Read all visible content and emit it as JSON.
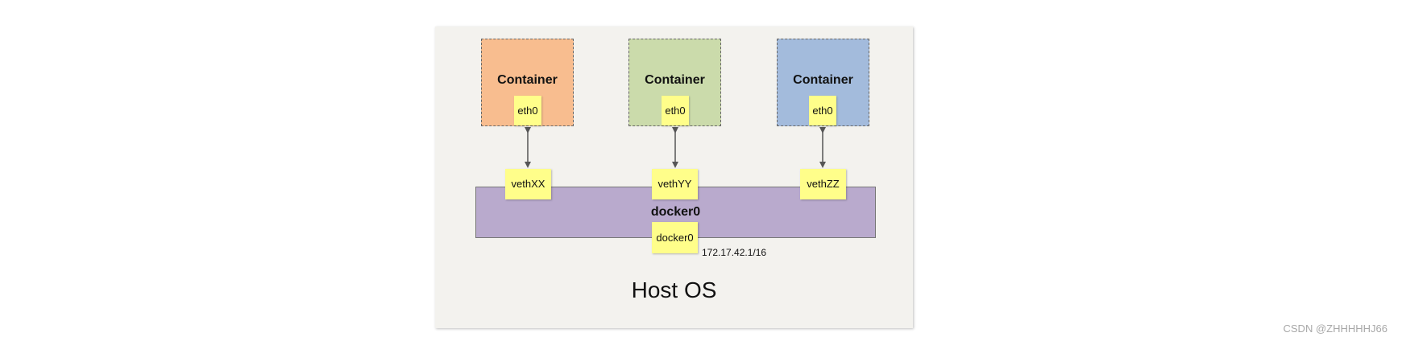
{
  "diagram": {
    "host_label": "Host OS",
    "bridge": {
      "label": "docker0",
      "interface_label": "docker0",
      "ip": "172.17.42.1/16",
      "color": "#b9aacd"
    },
    "containers": [
      {
        "title": "Container",
        "eth_label": "eth0",
        "veth_label": "vethXX",
        "color": "#f8bd8f"
      },
      {
        "title": "Container",
        "eth_label": "eth0",
        "veth_label": "vethYY",
        "color": "#cbdbab"
      },
      {
        "title": "Container",
        "eth_label": "eth0",
        "veth_label": "vethZZ",
        "color": "#a3bbdc"
      }
    ],
    "interface_color": "#fffe8a"
  },
  "watermark": "CSDN @ZHHHHHJ66"
}
